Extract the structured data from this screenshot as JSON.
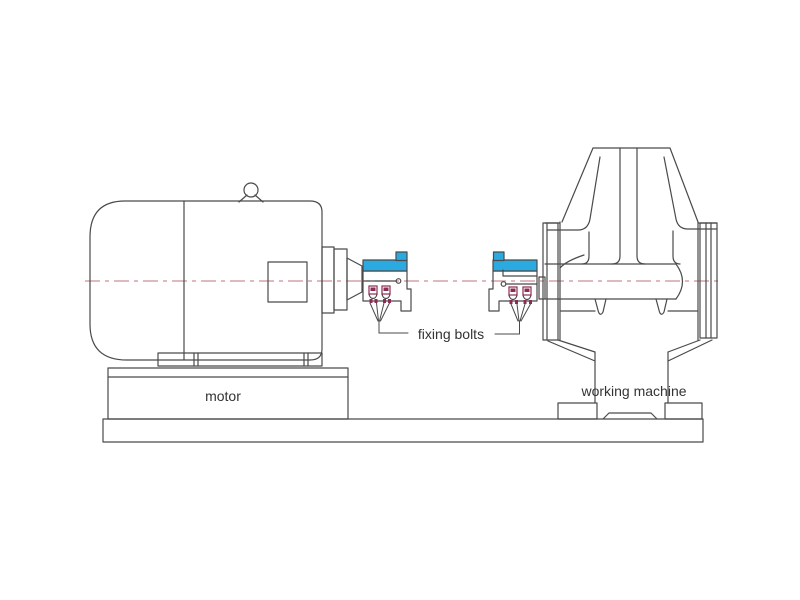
{
  "diagram": {
    "labels": {
      "motor": "motor",
      "working_machine": "working machine",
      "fixing_bolts": "fixing bolts"
    },
    "colors": {
      "outline": "#4a4a4a",
      "coupling_highlight": "#2baae2",
      "bolt_accent": "#8d2b52",
      "centerline": "#c98f97",
      "label_text": "#333333"
    }
  }
}
